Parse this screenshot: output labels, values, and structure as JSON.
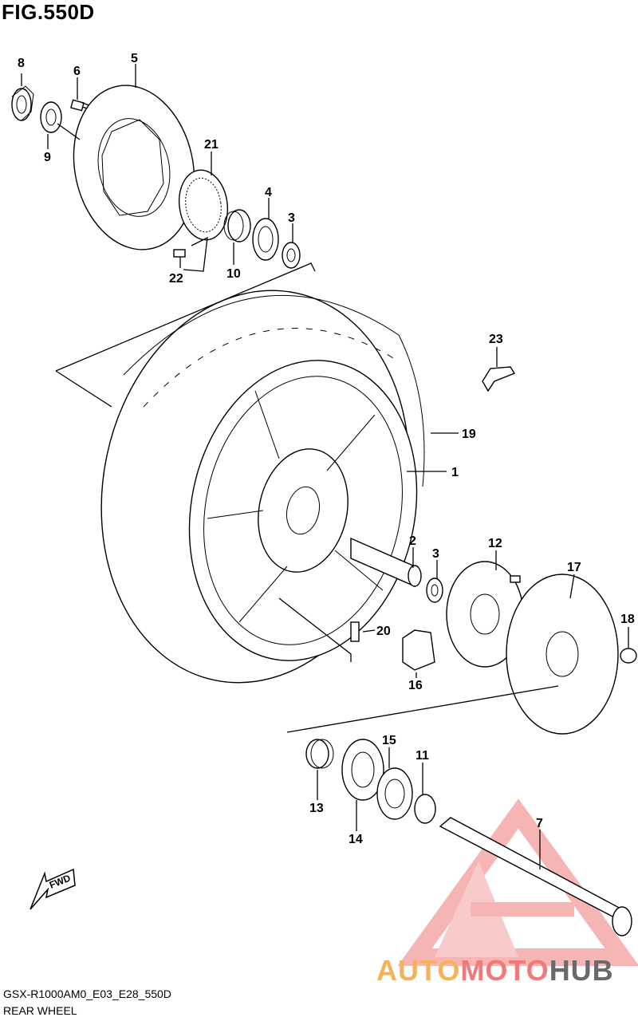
{
  "figure_title": "FIG.550D",
  "footer": {
    "code": "GSX-R1000AM0_E03_E28_550D",
    "name": "REAR WHEEL"
  },
  "watermark": {
    "part1": "AUTO",
    "part2": "MOTO",
    "part3": "HUB"
  },
  "fwd_label": "FWD",
  "callouts": [
    {
      "id": "8",
      "label": "8"
    },
    {
      "id": "6",
      "label": "6"
    },
    {
      "id": "5",
      "label": "5"
    },
    {
      "id": "9",
      "label": "9"
    },
    {
      "id": "21",
      "label": "21"
    },
    {
      "id": "4",
      "label": "4"
    },
    {
      "id": "3a",
      "label": "3"
    },
    {
      "id": "22",
      "label": "22"
    },
    {
      "id": "10",
      "label": "10"
    },
    {
      "id": "23",
      "label": "23"
    },
    {
      "id": "19",
      "label": "19"
    },
    {
      "id": "1",
      "label": "1"
    },
    {
      "id": "2",
      "label": "2"
    },
    {
      "id": "3b",
      "label": "3"
    },
    {
      "id": "12",
      "label": "12"
    },
    {
      "id": "17",
      "label": "17"
    },
    {
      "id": "18",
      "label": "18"
    },
    {
      "id": "20",
      "label": "20"
    },
    {
      "id": "16",
      "label": "16"
    },
    {
      "id": "15",
      "label": "15"
    },
    {
      "id": "11",
      "label": "11"
    },
    {
      "id": "13",
      "label": "13"
    },
    {
      "id": "14",
      "label": "14"
    },
    {
      "id": "7",
      "label": "7"
    }
  ]
}
